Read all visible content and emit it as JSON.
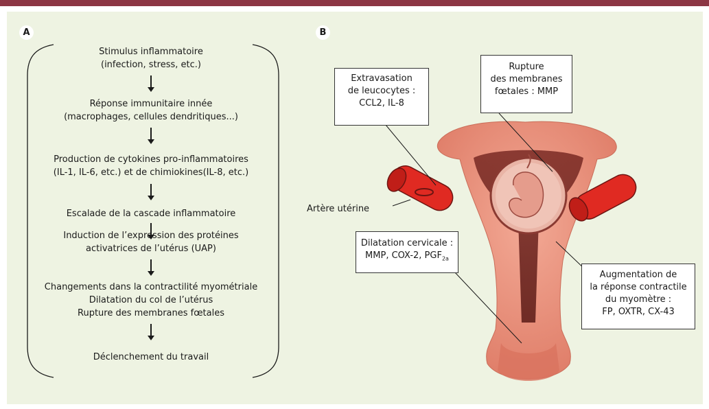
{
  "panel_a": {
    "badge": "A",
    "steps": [
      {
        "l1": "Stimulus inflammatoire",
        "l2": "(infection, stress, etc.)"
      },
      {
        "l1": "Réponse immunitaire innée",
        "l2": "(macrophages, cellules dendritiques...)"
      },
      {
        "l1": "Production de cytokines pro-inflammatoires",
        "l2": "(IL-1, IL-6, etc.) et de chimiokines(IL-8, etc.)"
      },
      {
        "l1": "Escalade de la cascade inflammatoire"
      },
      {
        "l1": "Induction de l’expression des protéines",
        "l2": "activatrices de l’utérus (UAP)"
      },
      {
        "l1": "Changements dans la contractilité myométriale",
        "l2": "Dilatation du col de l’utérus",
        "l3": "Rupture des membranes fœtales"
      },
      {
        "l1": "Déclenchement du travail"
      }
    ]
  },
  "panel_b": {
    "badge": "B",
    "box_extravasation": {
      "l1": "Extravasation",
      "l2": "de leucocytes :",
      "l3": "CCL2, IL-8"
    },
    "box_rupture": {
      "l1": "Rupture",
      "l2": "des membranes",
      "l3": "fœtales : MMP"
    },
    "artery_label": "Artère utérine",
    "box_dilatation": {
      "l1": "Dilatation cervicale :",
      "l2": "MMP, COX-2, PGF",
      "l2_sub": "2a"
    },
    "box_augmentation": {
      "l1": "Augmentation de",
      "l2": "la réponse contractile",
      "l3": "du myomètre :",
      "l4": "FP, OXTR, CX-43"
    }
  },
  "colors": {
    "topbar": "#8c3644",
    "panel_bg": "#eef3e2",
    "uterus": "#e98f7a",
    "artery": "#e02a22"
  }
}
